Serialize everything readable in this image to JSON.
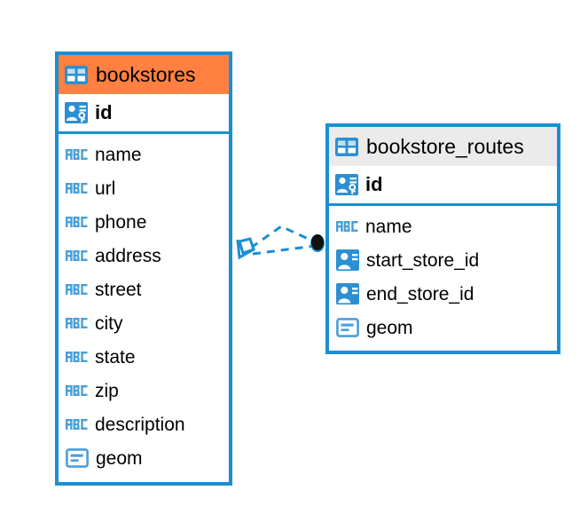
{
  "diagram": {
    "type": "entity-relationship-diagram",
    "background_color": "#ffffff",
    "accent_color": "#1a8fd1",
    "highlight_color": "#ff8040",
    "header_grey_color": "#ebebeb"
  },
  "entities": [
    {
      "name": "bookstores",
      "header_color": "#ff8040",
      "header_icon": "table-grid-icon",
      "primary_key": {
        "label": "id",
        "icon": "primary-key-icon"
      },
      "fields": [
        {
          "label": "name",
          "icon": "abc-text-icon"
        },
        {
          "label": "url",
          "icon": "abc-text-icon"
        },
        {
          "label": "phone",
          "icon": "abc-text-icon"
        },
        {
          "label": "address",
          "icon": "abc-text-icon"
        },
        {
          "label": "street",
          "icon": "abc-text-icon"
        },
        {
          "label": "city",
          "icon": "abc-text-icon"
        },
        {
          "label": "state",
          "icon": "abc-text-icon"
        },
        {
          "label": "zip",
          "icon": "abc-text-icon"
        },
        {
          "label": "description",
          "icon": "abc-text-icon"
        },
        {
          "label": "geom",
          "icon": "geometry-blob-icon"
        }
      ]
    },
    {
      "name": "bookstore_routes",
      "header_color": "#ebebeb",
      "header_icon": "table-grid-icon",
      "primary_key": {
        "label": "id",
        "icon": "primary-key-icon"
      },
      "fields": [
        {
          "label": "name",
          "icon": "abc-text-icon"
        },
        {
          "label": "start_store_id",
          "icon": "foreign-key-icon"
        },
        {
          "label": "end_store_id",
          "icon": "foreign-key-icon"
        },
        {
          "label": "geom",
          "icon": "geometry-blob-icon"
        }
      ]
    }
  ],
  "relationship": {
    "line_style": "dashed",
    "line_color": "#1a8fd1",
    "source_endpoint": "diamond-crowsfoot-marker",
    "target_endpoint": "filled-circle-marker",
    "target_fill": "#111111"
  }
}
